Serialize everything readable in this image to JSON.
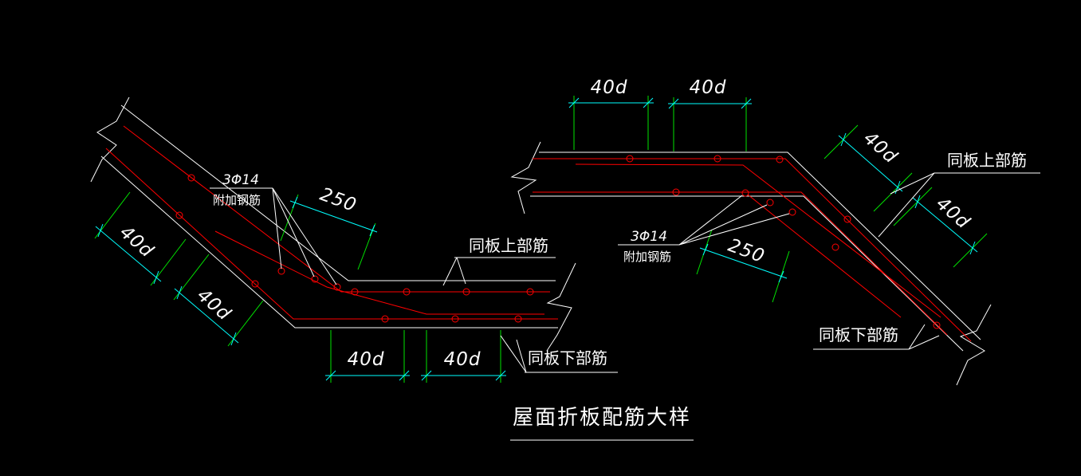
{
  "palette": {
    "background": "#000000",
    "slab_outline": "#ffffff",
    "rebar": "#ff0000",
    "extension_lines": "#00e400",
    "dimension_lines": "#00ffff",
    "text": "#ffffff"
  },
  "drawing_title": {
    "text": "屋面折板配筋大样"
  },
  "left_detail": {
    "slope_dims": [
      "40d",
      "40d"
    ],
    "bottom_dims": [
      "40d",
      "40d"
    ],
    "offset_dim": "250",
    "added_bars_size": "3Φ14",
    "added_bars_label": "附加钢筋",
    "top_bars_label": "同板上部筋",
    "bottom_bars_label": "同板下部筋"
  },
  "right_detail": {
    "top_dims": [
      "40d",
      "40d"
    ],
    "slope_dims": [
      "40d",
      "40d"
    ],
    "offset_dim": "250",
    "added_bars_size": "3Φ14",
    "added_bars_label": "附加钢筋",
    "top_bars_label": "同板上部筋",
    "bottom_bars_label": "同板下部筋"
  }
}
